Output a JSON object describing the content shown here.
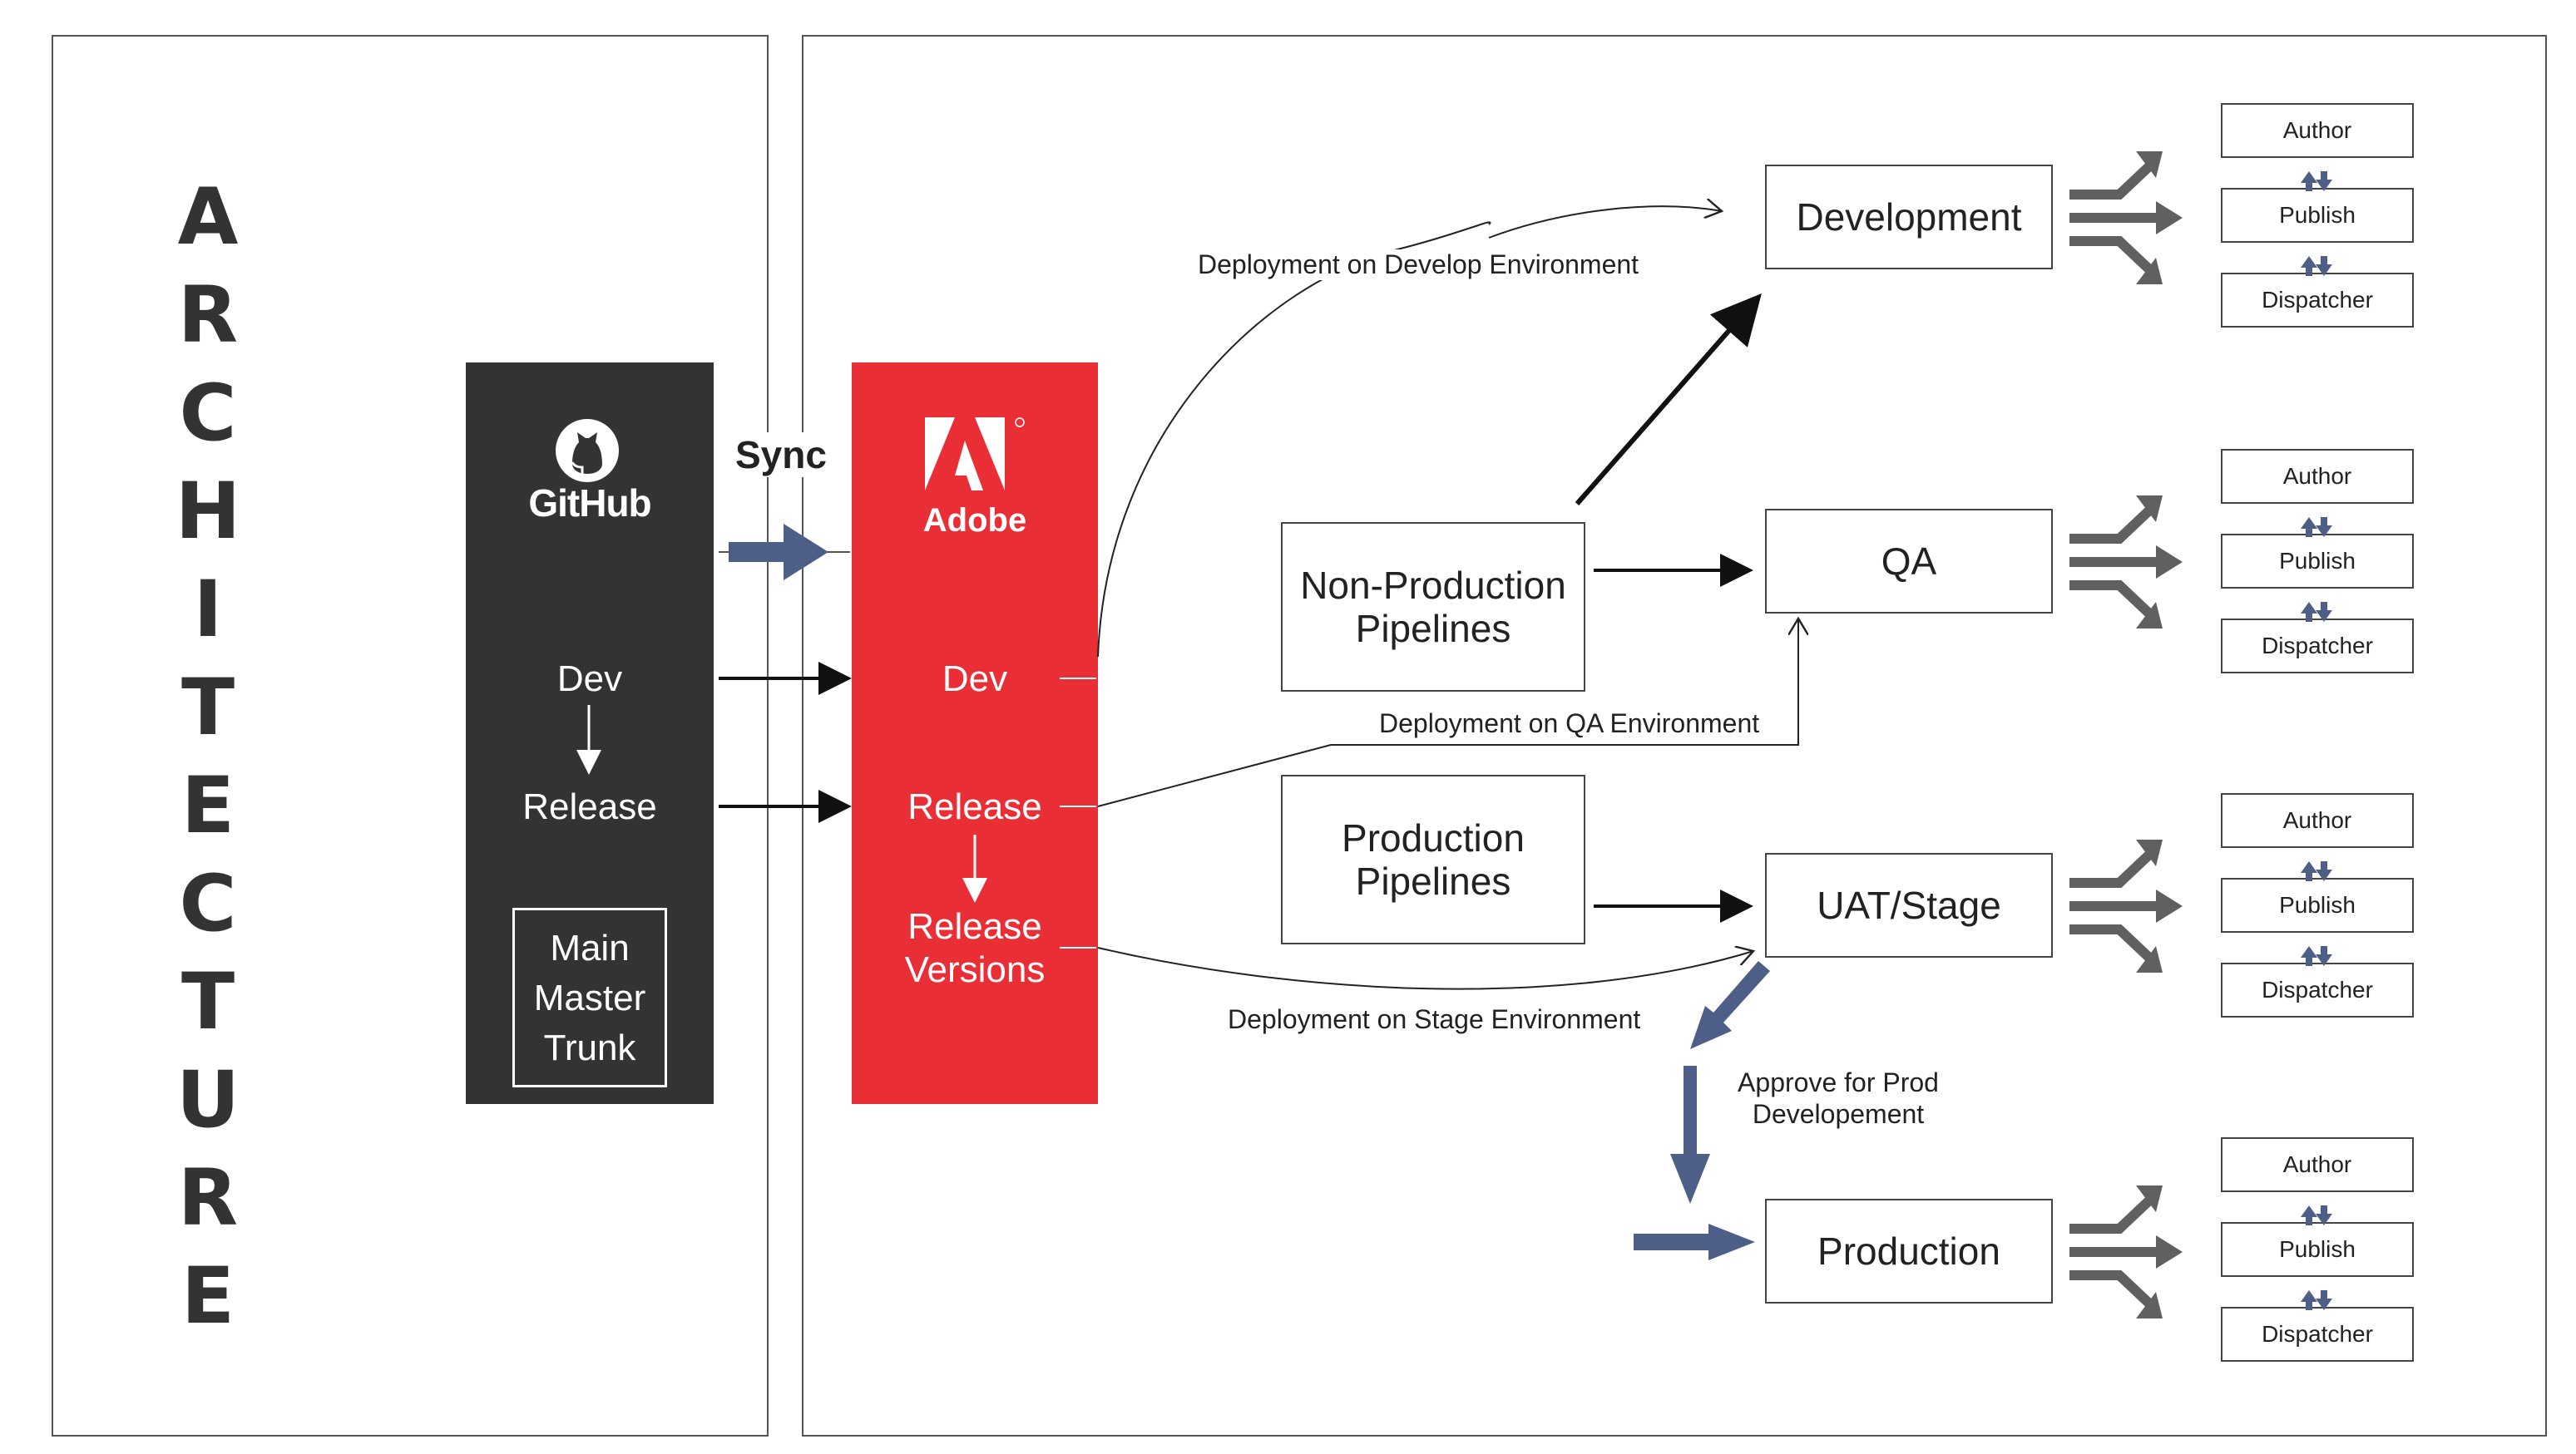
{
  "architecture_title_letters": [
    "A",
    "R",
    "C",
    "H",
    "I",
    "T",
    "E",
    "C",
    "T",
    "U",
    "R",
    "E"
  ],
  "github": {
    "logo_text": "GitHub",
    "dev": "Dev",
    "release": "Release",
    "main_lines": [
      "Main",
      "Master",
      "Trunk"
    ]
  },
  "sync_label": "Sync",
  "adobe": {
    "logo_text": "Adobe",
    "dev": "Dev",
    "release": "Release",
    "release_versions_lines": [
      "Release",
      "Versions"
    ]
  },
  "pipelines": {
    "non_production_lines": [
      "Non-Production",
      "Pipelines"
    ],
    "production_lines": [
      "Production",
      "Pipelines"
    ]
  },
  "environments": [
    {
      "name": "Development",
      "tiers": [
        "Author",
        "Publish",
        "Dispatcher"
      ]
    },
    {
      "name": "QA",
      "tiers": [
        "Author",
        "Publish",
        "Dispatcher"
      ]
    },
    {
      "name": "UAT/Stage",
      "tiers": [
        "Author",
        "Publish",
        "Dispatcher"
      ]
    },
    {
      "name": "Production",
      "tiers": [
        "Author",
        "Publish",
        "Dispatcher"
      ]
    }
  ],
  "annotations": {
    "deploy_develop": "Deployment on Develop Environment",
    "deploy_qa": "Deployment on QA Environment",
    "deploy_stage": "Deployment on Stage Environment",
    "approve_prod_lines": [
      "Approve for Prod",
      "Developement"
    ]
  },
  "colors": {
    "github_bg": "#333333",
    "adobe_red": "#ea2e36",
    "slate_arrow": "#4d5f86",
    "fan_arrow": "#606060"
  }
}
